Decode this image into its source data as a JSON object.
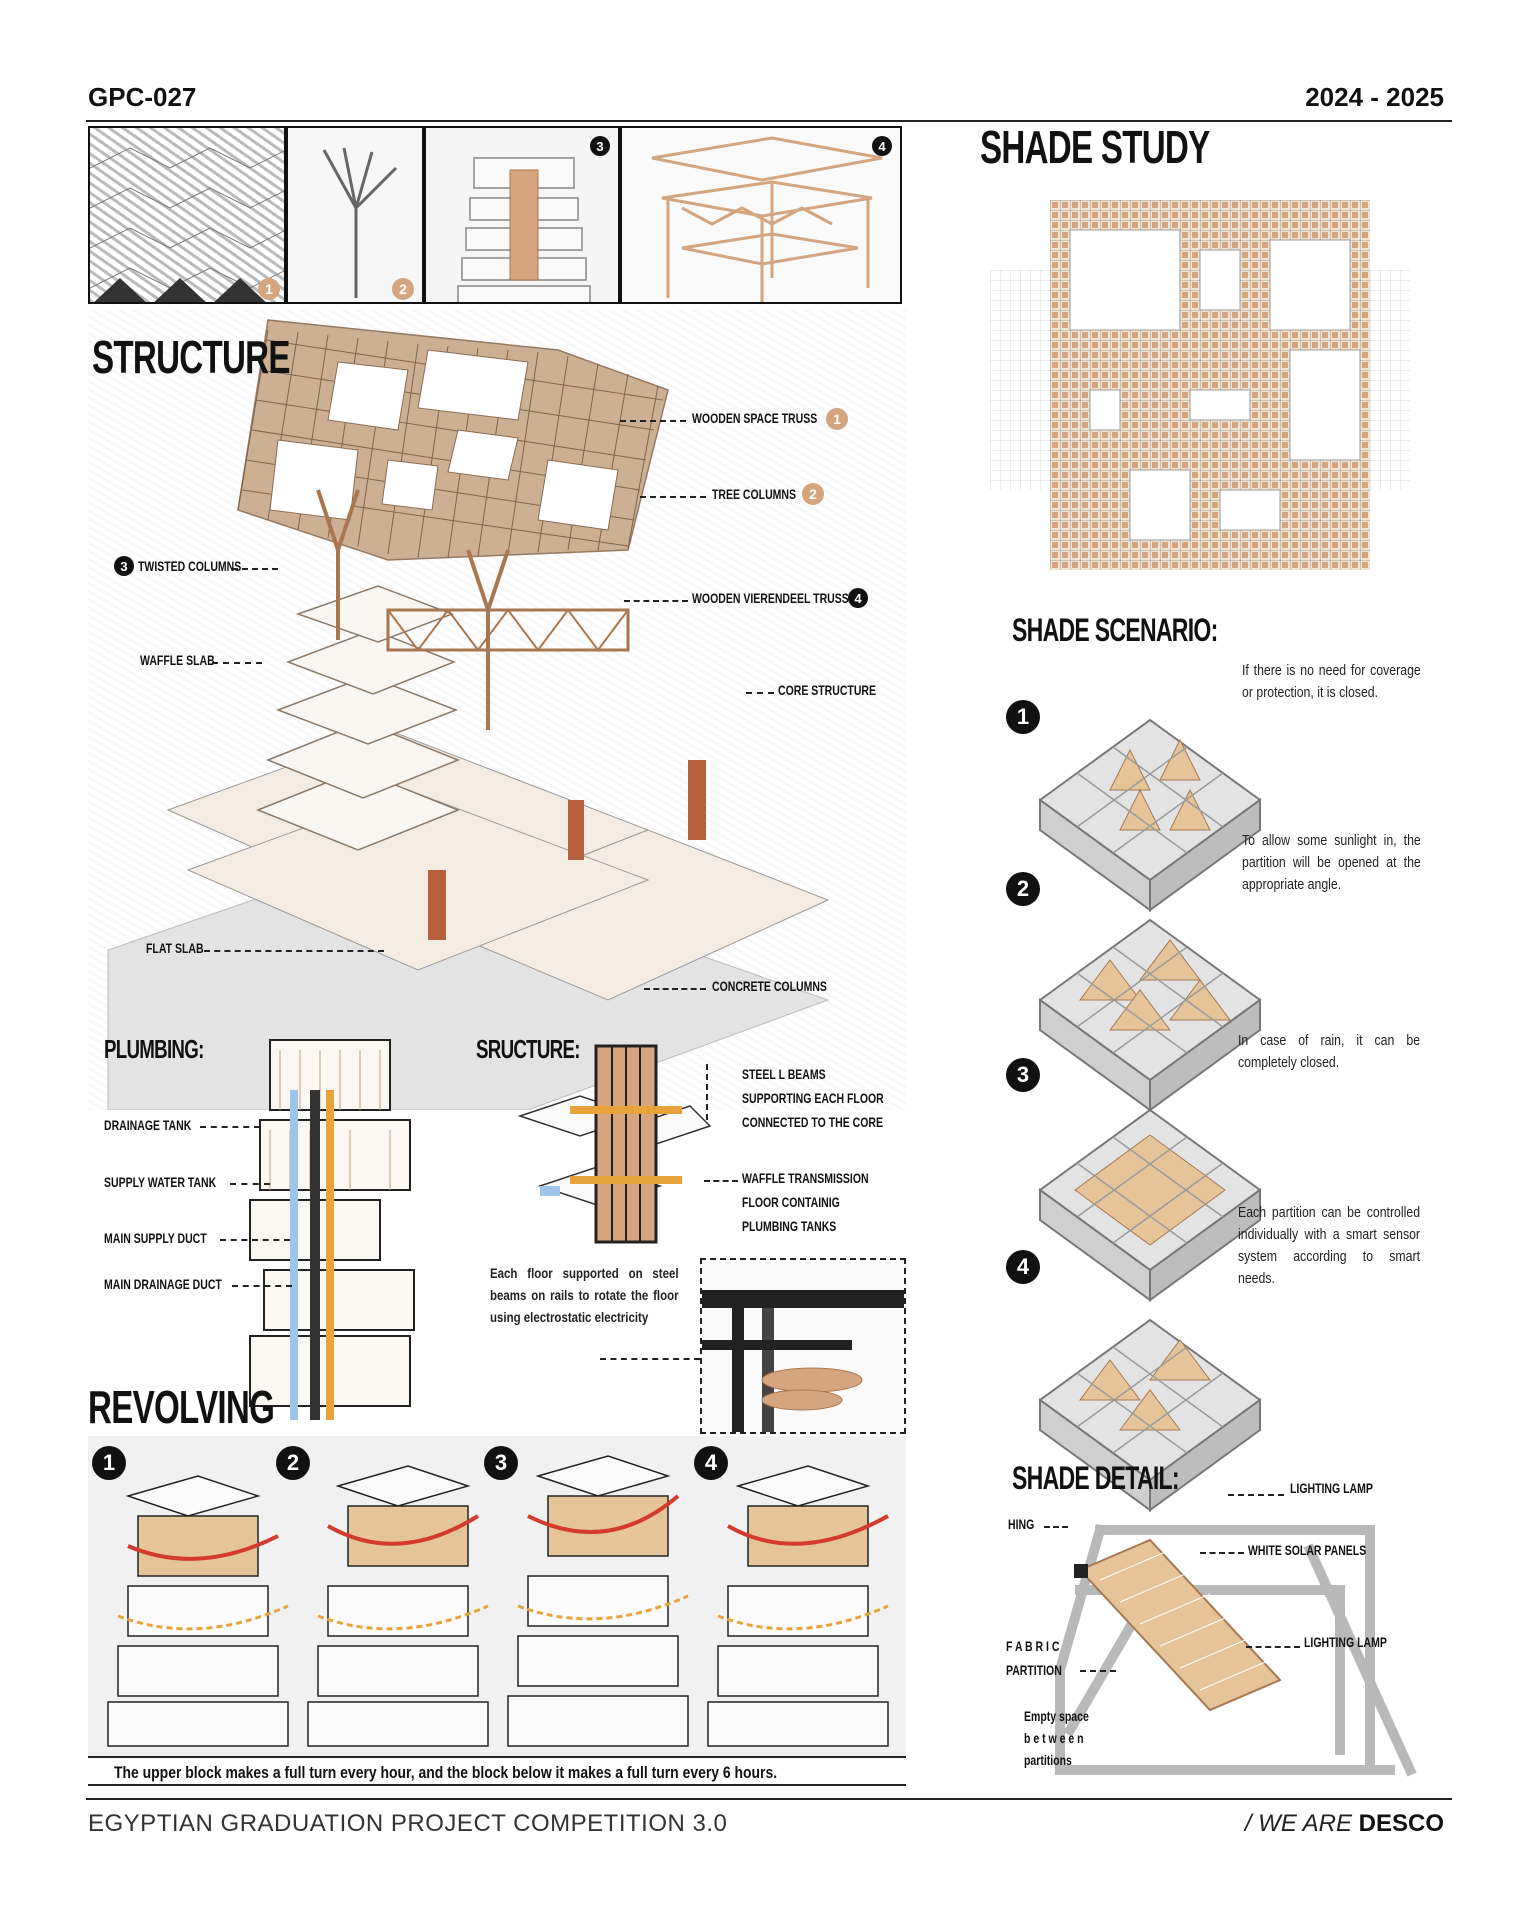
{
  "header": {
    "code": "GPC-027",
    "year": "2024 - 2025"
  },
  "top_strip": {
    "badges": [
      "1",
      "2",
      "3",
      "4"
    ]
  },
  "structure": {
    "title": "STRUCTURE",
    "labels": {
      "wooden_space_truss": "WOODEN SPACE TRUSS",
      "tree_columns": "TREE COLUMNS",
      "twisted_columns": "TWISTED COLUMNS",
      "waffle_slab": "WAFFLE SLAB",
      "wooden_vierendeel_truss": "WOODEN VIERENDEEL TRUSS",
      "core_structure": "CORE STRUCTURE",
      "flat_slab": "FLAT SLAB",
      "concrete_columns": "CONCRETE COLUMNS"
    },
    "badges": {
      "truss": "1",
      "tree": "2",
      "twisted": "3",
      "vierendeel": "4"
    }
  },
  "plumbing": {
    "title": "PLUMBING:",
    "labels": [
      "DRAINAGE TANK",
      "SUPPLY WATER TANK",
      "MAIN SUPPLY DUCT",
      "MAIN DRAINAGE DUCT"
    ]
  },
  "sructure": {
    "title": "SRUCTURE:",
    "steel_beams": [
      "STEEL L BEAMS",
      "SUPPORTING EACH FLOOR",
      "CONNECTED TO THE CORE"
    ],
    "waffle": [
      "WAFFLE TRANSMISSION",
      "FLOOR CONTAINIG",
      "PLUMBING TANKS"
    ],
    "floor_note": "Each floor supported on steel beams on rails to rotate the floor using electrostatic electricity"
  },
  "revolving": {
    "title": "REVOLVING",
    "steps": [
      "1",
      "2",
      "3",
      "4"
    ],
    "caption": "The upper block makes a full turn every hour, and the block below it makes a full turn every 6 hours."
  },
  "shade_study": {
    "title": "SHADE STUDY"
  },
  "shade_scenario": {
    "title": "SHADE SCENARIO:",
    "items": [
      {
        "num": "1",
        "text": "If there is no need for coverage or protection, it is closed."
      },
      {
        "num": "2",
        "text": "To allow some sunlight in, the partition will be opened at the appropriate angle."
      },
      {
        "num": "3",
        "text": "In case of rain, it can be completely closed."
      },
      {
        "num": "4",
        "text": "Each partition can be controlled individually with a smart sensor system according to smart needs."
      }
    ]
  },
  "shade_detail": {
    "title": "SHADE DETAIL:",
    "labels": {
      "lighting_lamp_top": "LIGHTING LAMP",
      "hing": "HING",
      "white_solar_panels": "WHITE SOLAR PANELS",
      "fabric": "F A B R I C",
      "partition": "PARTITION",
      "lighting_lamp_mid": "LIGHTING LAMP",
      "empty_space_1": "Empty space",
      "empty_space_2": "b e t w e e n",
      "empty_space_3": "partitions"
    }
  },
  "footer": {
    "competition": "EGYPTIAN GRADUATION PROJECT COMPETITION 3.0",
    "brand_prefix": "/ WE ARE ",
    "brand": "DESCO"
  },
  "colors": {
    "wood": "#d4a57e",
    "wood_dark": "#a9774f",
    "ink": "#111111",
    "core": "#b5603a",
    "panel": "#e6c49a"
  }
}
